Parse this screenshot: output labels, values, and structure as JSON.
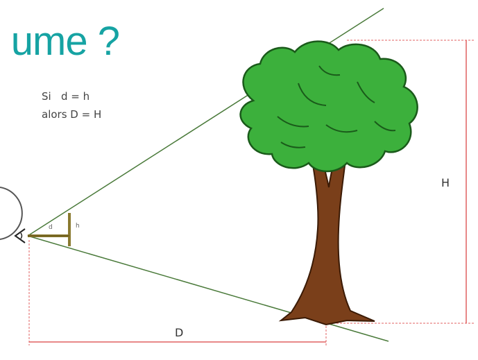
{
  "title": "ume ?",
  "rule": {
    "line1": "Si   d = h",
    "line2": "alors D = H"
  },
  "labels": {
    "height": "H",
    "distance": "D",
    "small_d": "d",
    "small_h": "h"
  },
  "colors": {
    "title": "#16a3a3",
    "sight_line": "#4a7a3a",
    "dashed_guide": "#e06060",
    "foliage": "#3cb03c",
    "trunk": "#7a3f1a",
    "stick": "#8a7a30"
  }
}
